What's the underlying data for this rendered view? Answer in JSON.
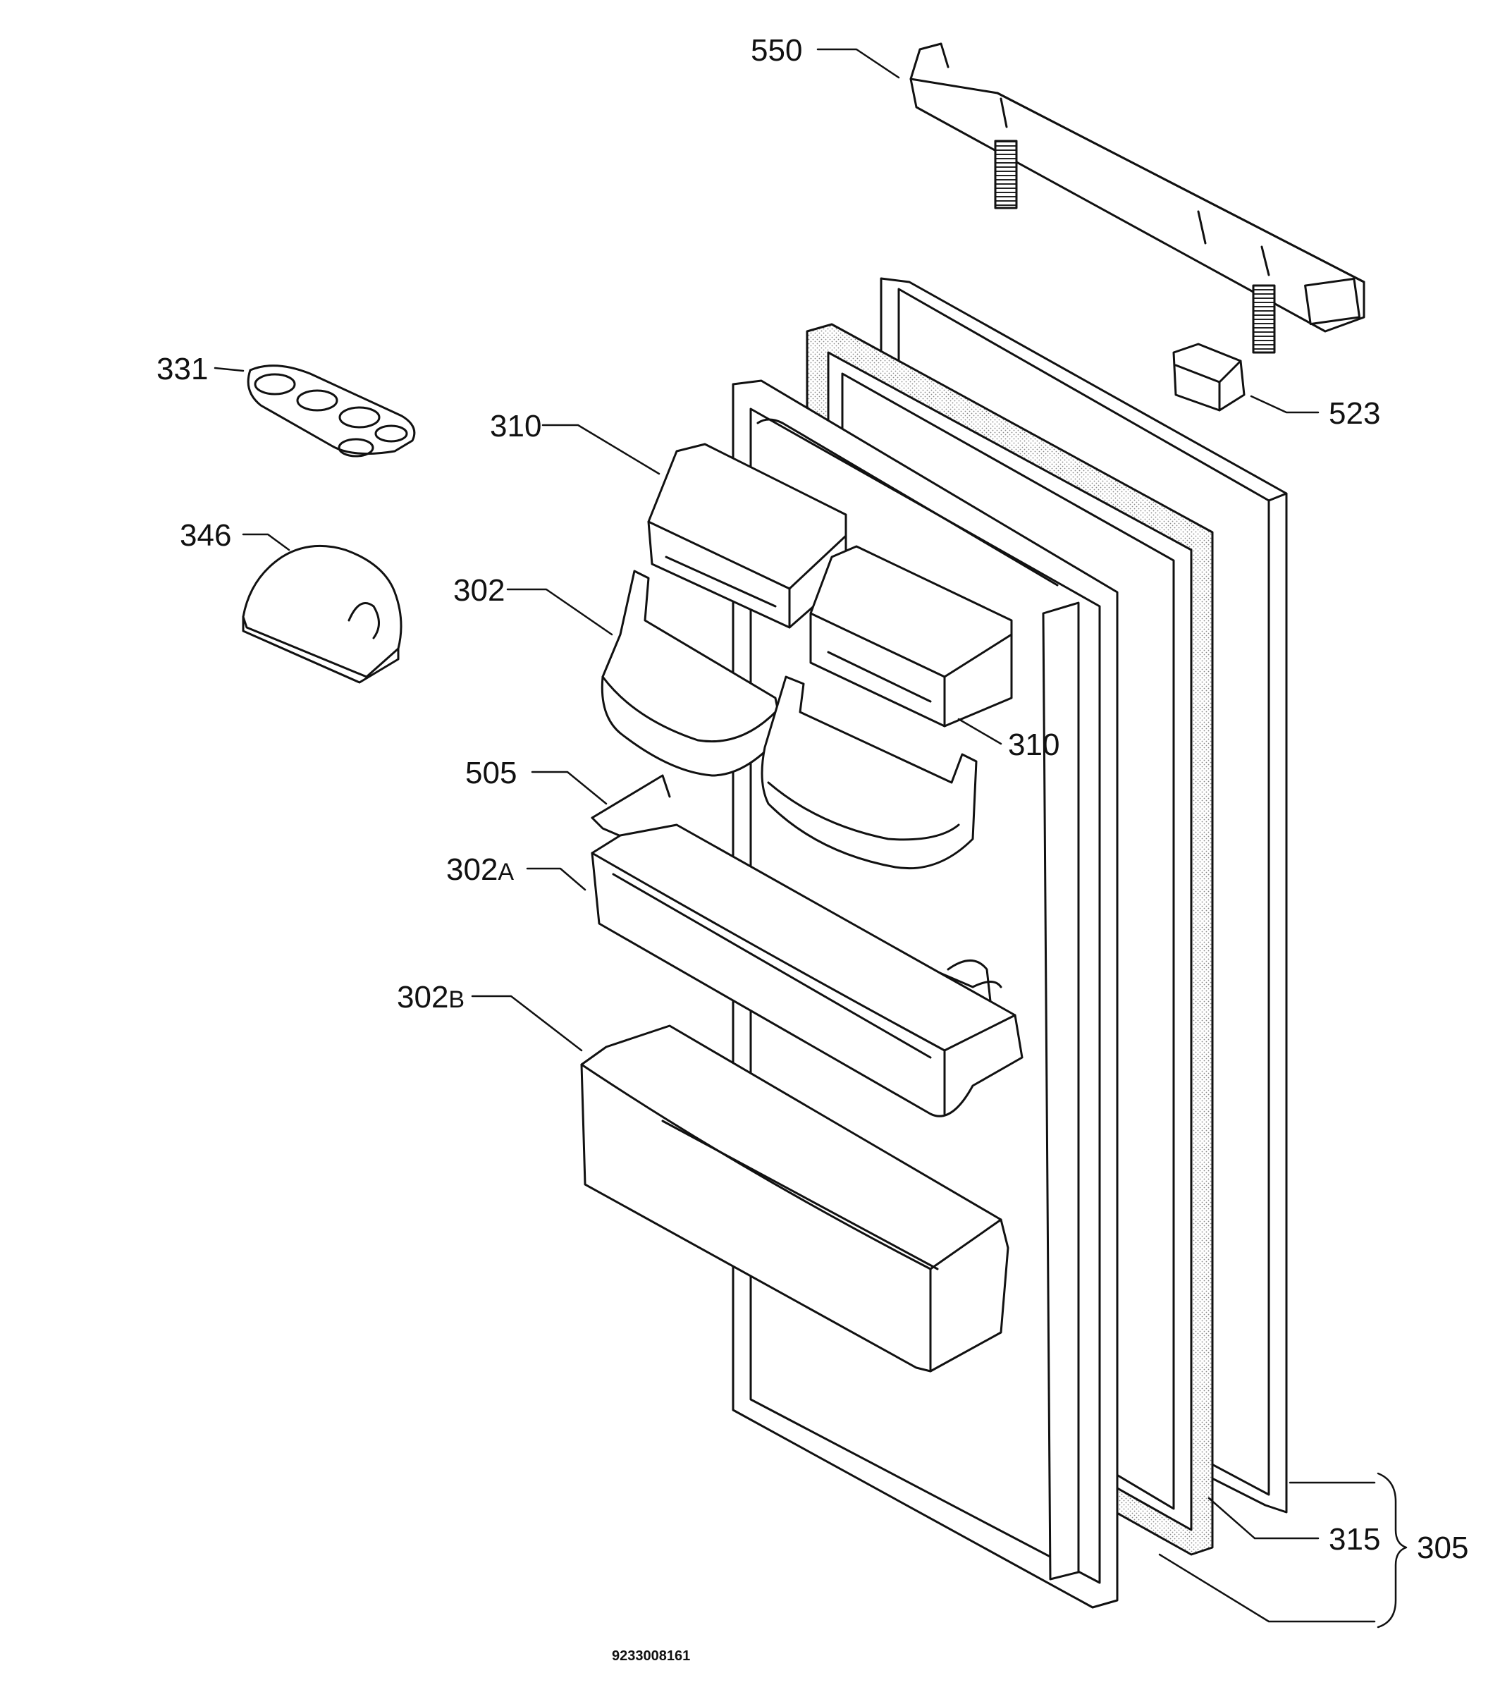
{
  "diagram": {
    "document_number": "9233008161",
    "parts": {
      "p550": {
        "number": "550"
      },
      "p523": {
        "number": "523"
      },
      "p331": {
        "number": "331"
      },
      "p346": {
        "number": "346"
      },
      "p310a": {
        "number": "310"
      },
      "p310b": {
        "number": "310"
      },
      "p302": {
        "number": "302"
      },
      "p505": {
        "number": "505"
      },
      "p302a": {
        "number": "302",
        "suffix": "A"
      },
      "p302b": {
        "number": "302",
        "suffix": "B"
      },
      "p315": {
        "number": "315"
      },
      "p305": {
        "number": "305"
      }
    }
  }
}
